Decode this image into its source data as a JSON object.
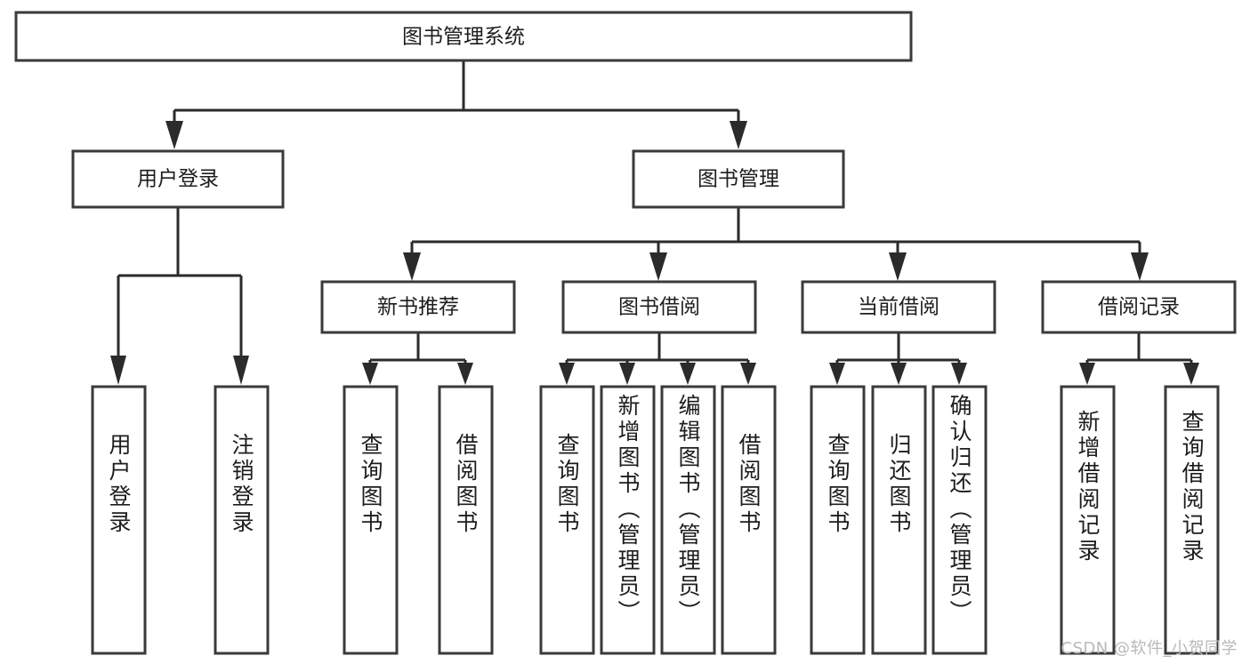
{
  "diagram": {
    "type": "tree-hierarchy",
    "title": "图书管理系统",
    "orientation": "top-down",
    "watermark": "CSDN @软件_小贺同学",
    "colors": {
      "box_stroke": "#3a3a3a",
      "connector": "#2b2b2b",
      "text": "#1d1d1d",
      "background": "#ffffff",
      "watermark": "#b9b9b9"
    },
    "nodes": {
      "root": {
        "label": "图书管理系统"
      },
      "level2": [
        {
          "label": "用户登录"
        },
        {
          "label": "图书管理"
        }
      ],
      "level3": [
        {
          "label": "新书推荐"
        },
        {
          "label": "图书借阅"
        },
        {
          "label": "当前借阅"
        },
        {
          "label": "借阅记录"
        }
      ],
      "leaves": [
        {
          "label": "用户登录",
          "parent": "用户登录"
        },
        {
          "label": "注销登录",
          "parent": "用户登录"
        },
        {
          "label": "查询图书",
          "parent": "新书推荐"
        },
        {
          "label": "借阅图书",
          "parent": "新书推荐"
        },
        {
          "label": "查询图书",
          "parent": "图书借阅"
        },
        {
          "label": "新增图书（管理员）",
          "parent": "图书借阅"
        },
        {
          "label": "编辑图书（管理员）",
          "parent": "图书借阅"
        },
        {
          "label": "借阅图书",
          "parent": "图书借阅"
        },
        {
          "label": "查询图书",
          "parent": "当前借阅"
        },
        {
          "label": "归还图书",
          "parent": "当前借阅"
        },
        {
          "label": "确认归还（管理员）",
          "parent": "当前借阅"
        },
        {
          "label": "新增借阅记录",
          "parent": "借阅记录"
        },
        {
          "label": "查询借阅记录",
          "parent": "借阅记录"
        }
      ]
    }
  }
}
